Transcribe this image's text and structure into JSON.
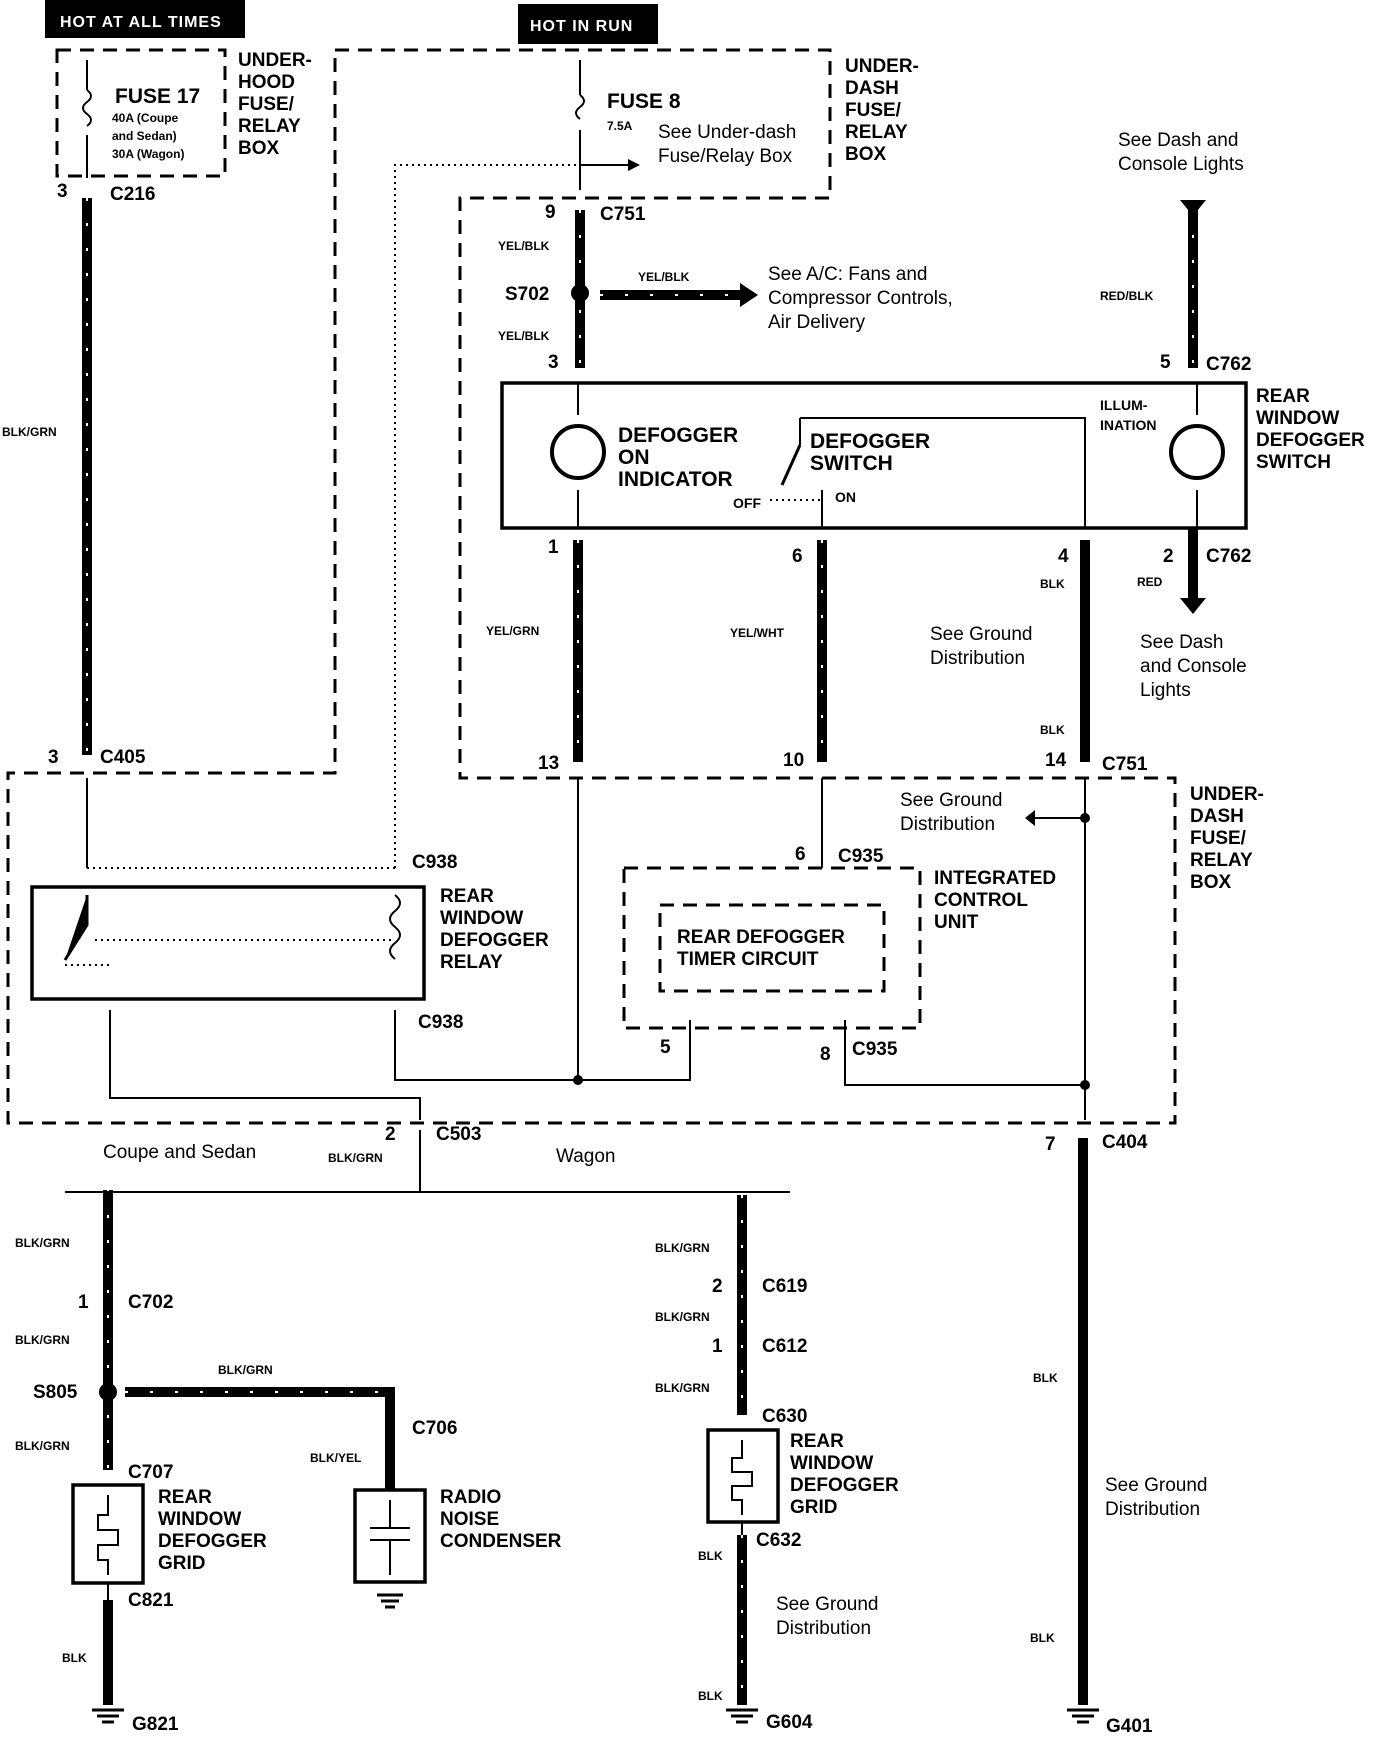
{
  "headers": {
    "hot_at_all_times": "HOT AT ALL TIMES",
    "hot_in_run": "HOT IN RUN"
  },
  "underhood_box": {
    "title": [
      "UNDER-",
      "HOOD",
      "FUSE/",
      "RELAY",
      "BOX"
    ],
    "fuse": "FUSE 17",
    "ratings": [
      "40A (Coupe",
      "and Sedan)",
      "30A (Wagon)"
    ]
  },
  "underdash_box_top": {
    "title": [
      "UNDER-",
      "DASH",
      "FUSE/",
      "RELAY",
      "BOX"
    ],
    "fuse": "FUSE 8",
    "rating": "7.5A",
    "note": [
      "See Under-dash",
      "Fuse/Relay Box"
    ]
  },
  "underdash_box_mid": {
    "title": [
      "UNDER-",
      "DASH",
      "FUSE/",
      "RELAY",
      "BOX"
    ]
  },
  "switch": {
    "title": [
      "REAR",
      "WINDOW",
      "DEFOGGER",
      "SWITCH"
    ],
    "indicator": [
      "DEFOGGER",
      "ON",
      "INDICATOR"
    ],
    "switch_label": [
      "DEFOGGER",
      "SWITCH"
    ],
    "off": "OFF",
    "on": "ON",
    "illumination": [
      "ILLUM-",
      "INATION"
    ]
  },
  "relay": {
    "title": [
      "REAR",
      "WINDOW",
      "DEFOGGER",
      "RELAY"
    ]
  },
  "icu": {
    "title": [
      "INTEGRATED",
      "CONTROL",
      "UNIT"
    ],
    "timer": [
      "REAR DEFOGGER",
      "TIMER CIRCUIT"
    ]
  },
  "grids": {
    "left": [
      "REAR",
      "WINDOW",
      "DEFOGGER",
      "GRID"
    ],
    "right": [
      "REAR",
      "WINDOW",
      "DEFOGGER",
      "GRID"
    ]
  },
  "condenser": [
    "RADIO",
    "NOISE",
    "CONDENSER"
  ],
  "notes": {
    "dash_lights_top": [
      "See Dash and",
      "Console Lights"
    ],
    "dash_lights_mid": [
      "See Dash",
      "and Console",
      "Lights"
    ],
    "ac": [
      "See A/C: Fans and",
      "Compressor Controls,",
      "Air Delivery"
    ],
    "ground1": [
      "See Ground",
      "Distribution"
    ],
    "ground2": [
      "See Ground",
      "Distribution"
    ],
    "ground3": [
      "See Ground",
      "Distribution"
    ],
    "ground4": [
      "See Ground",
      "Distribution"
    ],
    "coupe": "Coupe and Sedan",
    "wagon": "Wagon"
  },
  "wires": {
    "blkgrn": "BLK/GRN",
    "yelblk": "YEL/BLK",
    "redblk": "RED/BLK",
    "yelgrn": "YEL/GRN",
    "yelwht": "YEL/WHT",
    "blk": "BLK",
    "red": "RED",
    "blkyel": "BLK/YEL"
  },
  "connectors": {
    "c216": "C216",
    "c751a": "C751",
    "c751b": "C751",
    "c762a": "C762",
    "c762b": "C762",
    "c405": "C405",
    "c938a": "C938",
    "c938b": "C938",
    "c935a": "C935",
    "c935b": "C935",
    "c503": "C503",
    "c404": "C404",
    "c702": "C702",
    "c707": "C707",
    "c706": "C706",
    "c821": "C821",
    "c619": "C619",
    "c612": "C612",
    "c630": "C630",
    "c632": "C632",
    "s702": "S702",
    "s805": "S805",
    "g821": "G821",
    "g604": "G604",
    "g401": "G401"
  },
  "pins": {
    "p3a": "3",
    "p9": "9",
    "p3b": "3",
    "p5": "5",
    "p1": "1",
    "p6a": "6",
    "p4": "4",
    "p2": "2",
    "p3c": "3",
    "p13": "13",
    "p10": "10",
    "p14": "14",
    "p6b": "6",
    "p5b": "5",
    "p8": "8",
    "p2b": "2",
    "p7": "7",
    "p1b": "1",
    "p2c": "2",
    "p1c": "1"
  }
}
